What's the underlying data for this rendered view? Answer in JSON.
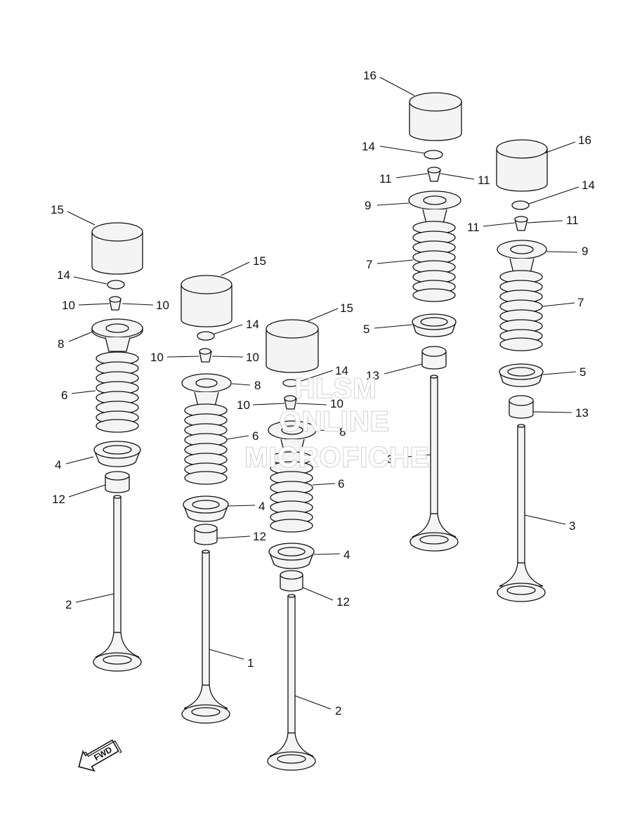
{
  "callouts": {
    "c1": "15",
    "c2": "14",
    "c3": "10",
    "c4": "10",
    "c5": "8",
    "c6": "6",
    "c7": "4",
    "c8": "12",
    "c9": "2",
    "c10": "15",
    "c11": "14",
    "c12": "10",
    "c13": "10",
    "c14": "8",
    "c15": "6",
    "c16": "4",
    "c17": "12",
    "c18": "1",
    "c19": "15",
    "c20": "14",
    "c21": "10",
    "c22": "10",
    "c23": "8",
    "c24": "6",
    "c25": "4",
    "c26": "12",
    "c27": "2",
    "c28": "16",
    "c29": "14",
    "c30": "11",
    "c31": "11",
    "c32": "9",
    "c33": "7",
    "c34": "5",
    "c35": "13",
    "c36": "3",
    "c37": "16",
    "c38": "14",
    "c39": "11",
    "c40": "11",
    "c41": "9",
    "c42": "7",
    "c43": "5",
    "c44": "13",
    "c45": "3"
  },
  "watermark": {
    "line1": "HLSM",
    "line2": "ONLINE",
    "line3": "MICROFICHE"
  },
  "fwd_arrow": {
    "label": "FWD",
    "icon": "fwd-arrow-icon"
  }
}
